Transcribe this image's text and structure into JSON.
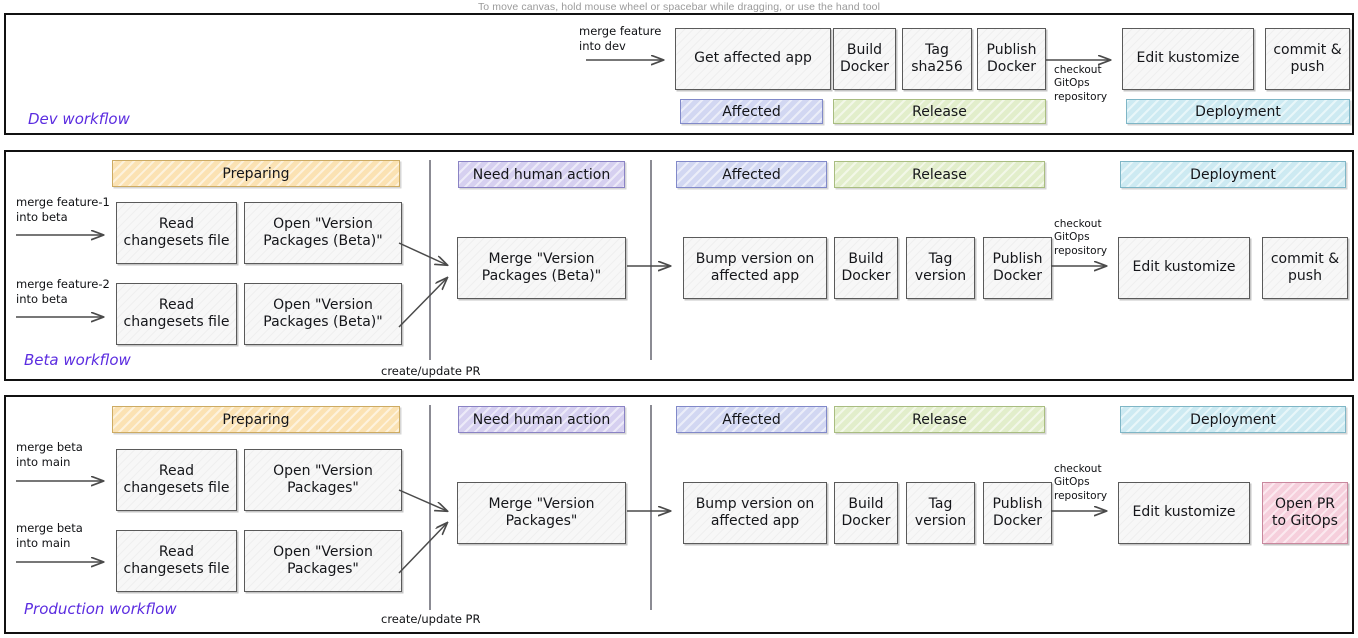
{
  "app": {
    "hint": "To move canvas, hold mouse wheel or spacebar while dragging, or use the hand tool"
  },
  "colors": {
    "workflow_label": "#5b2ce0",
    "preparing": "#fbe2b3",
    "need_human_action": "#d6d0f0",
    "affected": "#d2d7f2",
    "release": "#e2eecb",
    "deployment": "#cdeaf2",
    "open_pr_pink": "#f6cfdc",
    "node_fill": "#f7f7f7",
    "panel_border": "#111111",
    "hint_text": "#9a9a9a"
  },
  "panels": [
    {
      "id": "dev",
      "label": "Dev workflow",
      "trigger_notes": [
        "merge feature\ninto dev"
      ],
      "checkout_note": "checkout\nGitOps\nrepository",
      "nodes": [
        "Get affected app",
        "Build\nDocker",
        "Tag\nsha256",
        "Publish\nDocker",
        "Edit kustomize",
        "commit &\npush"
      ],
      "chips": [
        "Affected",
        "Release",
        "Deployment"
      ]
    },
    {
      "id": "beta",
      "label": "Beta workflow",
      "trigger_notes": [
        "merge feature-1\ninto beta",
        "merge feature-2\ninto beta"
      ],
      "pr_note": "create/update PR",
      "checkout_note": "checkout\nGitOps\nrepository",
      "chips": [
        "Preparing",
        "Need human action",
        "Affected",
        "Release",
        "Deployment"
      ],
      "prepare_nodes": [
        "Read\nchangesets file",
        "Open \"Version\nPackages (Beta)\"",
        "Read\nchangesets file",
        "Open \"Version\nPackages (Beta)\""
      ],
      "merge_node": "Merge \"Version\nPackages (Beta)\"",
      "release_nodes": [
        "Bump version on\naffected app",
        "Build\nDocker",
        "Tag\nversion",
        "Publish\nDocker",
        "Edit kustomize",
        "commit &\npush"
      ]
    },
    {
      "id": "prod",
      "label": "Production workflow",
      "trigger_notes": [
        "merge beta\ninto main",
        "merge beta\ninto main"
      ],
      "pr_note": "create/update PR",
      "checkout_note": "checkout\nGitOps\nrepository",
      "chips": [
        "Preparing",
        "Need human action",
        "Affected",
        "Release",
        "Deployment"
      ],
      "prepare_nodes": [
        "Read\nchangesets file",
        "Open \"Version\nPackages\"",
        "Read\nchangesets file",
        "Open \"Version\nPackages\""
      ],
      "merge_node": "Merge \"Version\nPackages\"",
      "release_nodes": [
        "Bump version on\naffected app",
        "Build\nDocker",
        "Tag\nversion",
        "Publish\nDocker",
        "Edit kustomize",
        "Open PR\nto GitOps"
      ]
    }
  ]
}
